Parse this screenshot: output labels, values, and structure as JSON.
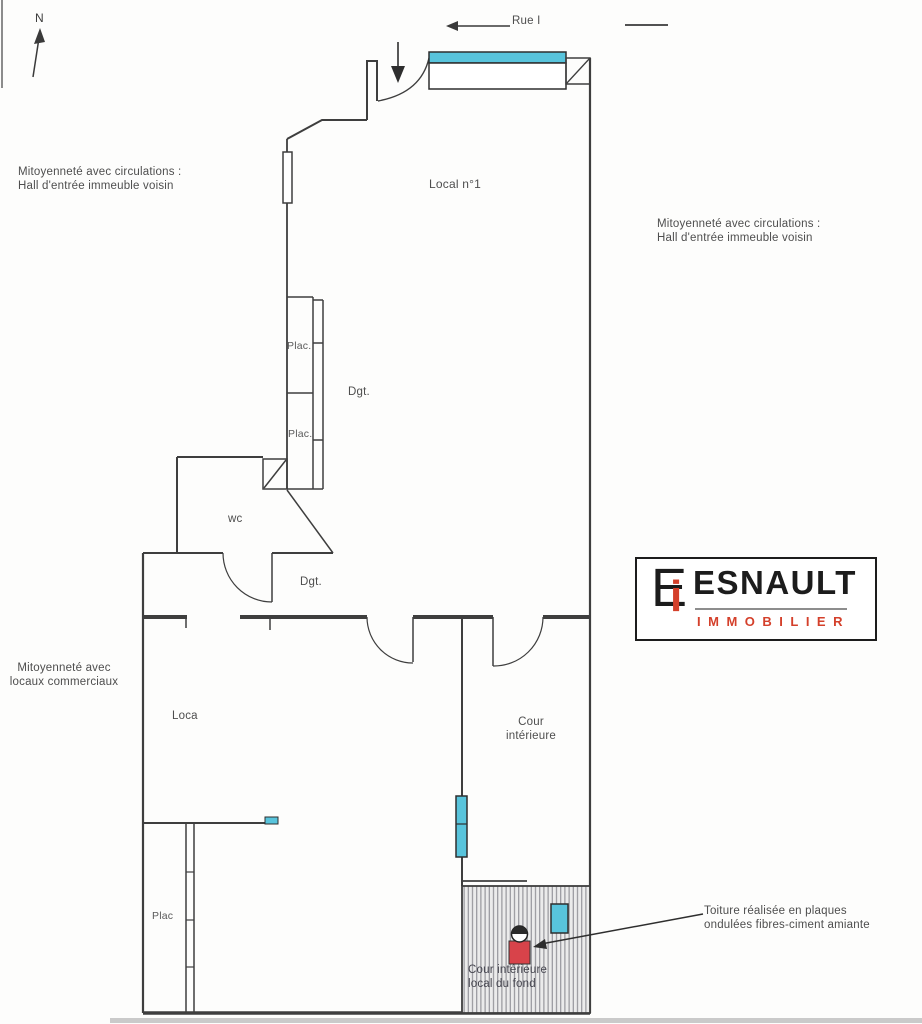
{
  "compass": {
    "label": "N"
  },
  "street": {
    "label": "Rue I"
  },
  "labels": {
    "local1": "Local n°1",
    "plac_top": "Plac.",
    "dgt_upper": "Dgt.",
    "plac_mid": "Plac.",
    "wc": "wc",
    "dgt_lower": "Dgt.",
    "local_lower": "Loca",
    "cour_line1": "Cour",
    "cour_line2": "intérieure",
    "plac_bottom": "Plac",
    "cour_fond_line1": "Cour intérieure",
    "cour_fond_line2": "local du fond"
  },
  "annotations": {
    "party_top_left_line1": "Mitoyenneté avec circulations :",
    "party_top_left_line2": "Hall d'entrée immeuble voisin",
    "party_right_line1": "Mitoyenneté avec circulations :",
    "party_right_line2": "Hall d'entrée immeuble voisin",
    "party_mid_left_line1": "Mitoyenneté avec",
    "party_mid_left_line2": "locaux commerciaux",
    "roof_line1": "Toiture réalisée en plaques",
    "roof_line2": "ondulées fibres-ciment amiante"
  },
  "logo": {
    "monogram_e": "E",
    "monogram_i": "i",
    "name": "ESNAULT",
    "subtitle": "IMMOBILIER"
  },
  "colors": {
    "wall_line": "#3e3e3e",
    "glass_cyan": "#58c4dc",
    "alert_red": "#d8434a",
    "logo_black": "#1c1c1c",
    "logo_red": "#d4402b",
    "text_gray": "#4e4e4e"
  }
}
